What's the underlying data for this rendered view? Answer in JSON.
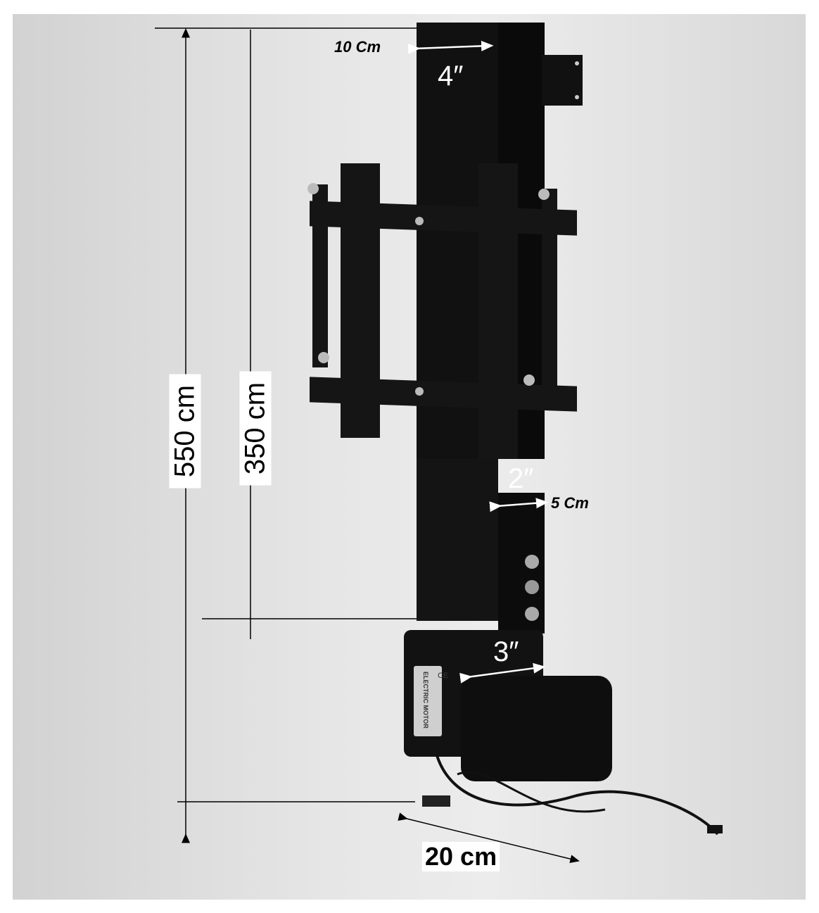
{
  "annotations": {
    "top_width_cm": "10 Cm",
    "top_width_in": "4″",
    "total_height": "550 cm",
    "stroke_height": "350 cm",
    "depth_in": "2″",
    "depth_cm": "5 Cm",
    "motor_width_in": "3″",
    "base_length": "20 cm"
  },
  "motor_label": {
    "title": "ELECTRIC MOTOR",
    "mark": "CE"
  },
  "colors": {
    "product": "#0d0d0d",
    "background": "#e4e4e4"
  }
}
